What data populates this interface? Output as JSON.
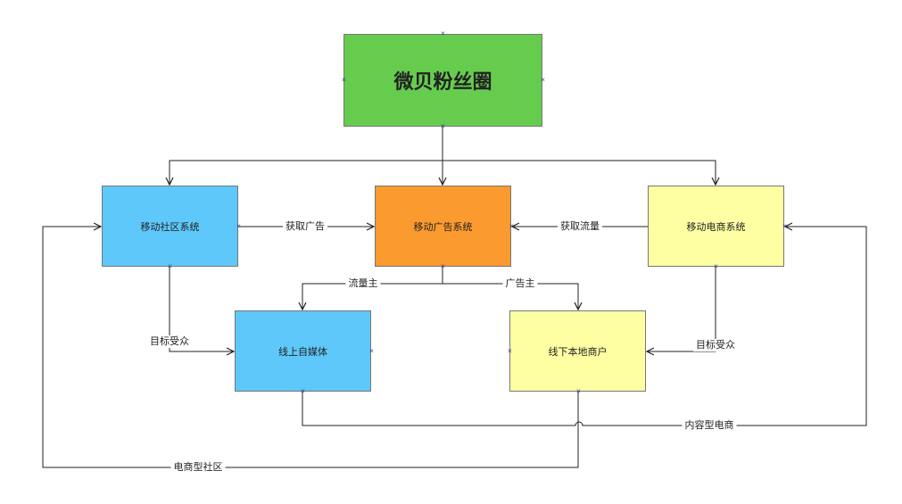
{
  "nodes": {
    "root": "微贝粉丝圈",
    "social": "移动社区系统",
    "ads": "移动广告系统",
    "ecom": "移动电商系统",
    "media": "线上自媒体",
    "local": "线下本地商户"
  },
  "edges": {
    "social_to_ads": "获取广告",
    "ecom_to_ads": "获取流量",
    "ads_to_media": "流量主",
    "ads_to_local": "广告主",
    "social_audience": "目标受众",
    "ecom_audience": "目标受众",
    "content_ecommerce": "内容型电商",
    "ecommerce_community": "电商型社区"
  },
  "colors": {
    "root": "#66cc4e",
    "blue": "#5ec8fb",
    "orange": "#fb9a2e",
    "yellow": "#feffa3",
    "line": "#222222"
  }
}
